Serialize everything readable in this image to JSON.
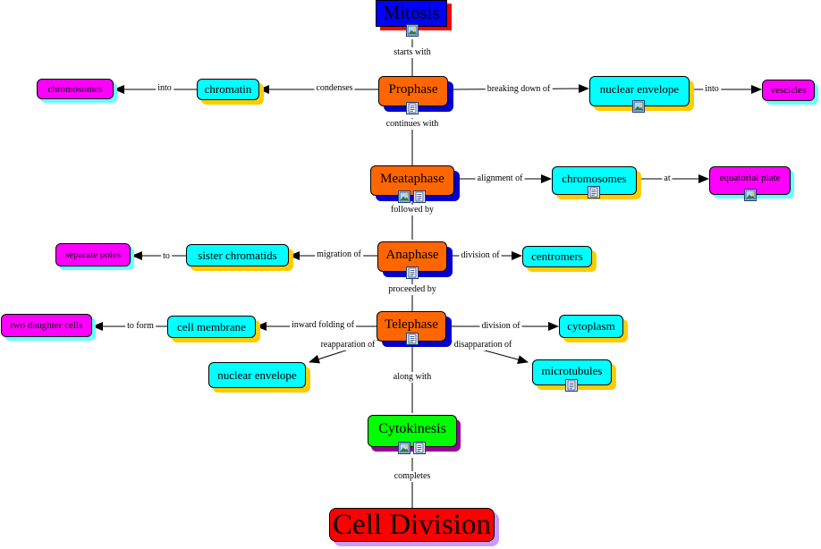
{
  "nodes": {
    "mitosis": "Mitosis",
    "prophase": "Prophase",
    "chromatin": "chromatin",
    "chromosomes_left": "chromosomes",
    "nuclear_envelope_top": "nuclear envelope",
    "vesicles": "vescicles",
    "metaphase": "Meataphase",
    "chromosomes_mid": "chromosomes",
    "equatorial_plate": "equatorial plate",
    "anaphase": "Anaphase",
    "sister_chromatids": "sister chromatids",
    "separate_poles": "separate poles",
    "centromers": "centromers",
    "telophase": "Telephase",
    "cell_membrane": "cell membrane",
    "two_daughter_cells": "two daughter cells",
    "cytoplasm": "cytoplasm",
    "nuclear_envelope_bottom": "nuclear envelope",
    "microtubules": "microtubules",
    "cytokinesis": "Cytokinesis",
    "cell_division": "Cell Division"
  },
  "links": {
    "starts_with": "starts with",
    "condenses": "condenses",
    "into_left": "into",
    "breaking_down_of": "breaking down of",
    "into_right": "into",
    "continues_with": "continues with",
    "alignment_of": "alignment of",
    "at": "at",
    "followed_by": "followed by",
    "migration_of": "migration of",
    "to": "to",
    "division_of_centromers": "division of",
    "proceeded_by": "proceeded by",
    "inward_folding_of": "inward folding of",
    "to_form": "to form",
    "division_of_cytoplasm": "division of",
    "reapparation_of": "reapparation of",
    "disapparation_of": "disapparation of",
    "along_with": "along with",
    "completes": "completes"
  },
  "colors": {
    "concept_magenta": "#ff00ff",
    "concept_cyan": "#00ffff",
    "phase_orange": "#ff6600",
    "title_blue": "#0000ff",
    "cytokinesis_green": "#00ff00",
    "cell_division_red": "#ff0000",
    "shadow_yellow": "#ffcc00",
    "shadow_blue": "#0000cc",
    "shadow_red": "#ff0000",
    "shadow_purple": "#cc99ff",
    "shadow_teal": "#66ffff"
  },
  "icons": {
    "image": "image-resource-icon",
    "document": "document-resource-icon"
  }
}
